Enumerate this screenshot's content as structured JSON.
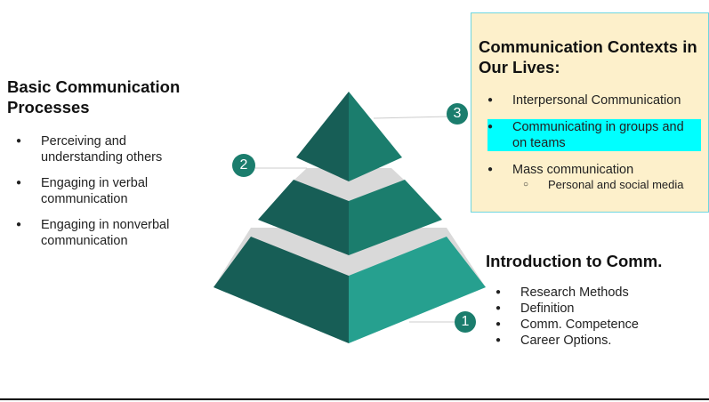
{
  "left_panel": {
    "heading": "Basic Communication Processes",
    "items": [
      "Perceiving and understanding others",
      "Engaging in verbal communication",
      "Engaging in nonverbal communication"
    ]
  },
  "contexts_panel": {
    "heading": "Communication Contexts in Our Lives:",
    "items": [
      "Interpersonal Communication",
      "Communicating in groups and on teams",
      "Mass communication"
    ],
    "highlighted_item_index": 1,
    "subitems": [
      "Personal and social media"
    ],
    "background_color": "#fdf0cb",
    "highlight_color": "#00ffff"
  },
  "intro_panel": {
    "heading": "Introduction to Comm.",
    "items": [
      "Research Methods",
      "Definition",
      "Comm. Competence",
      "Career Options."
    ]
  },
  "pyramid": {
    "levels": [
      "1",
      "2",
      "3"
    ],
    "colors": {
      "dark": "#175e56",
      "mid": "#1b7d6d",
      "light": "#26a08f",
      "separator": "#d9d9d9"
    }
  }
}
